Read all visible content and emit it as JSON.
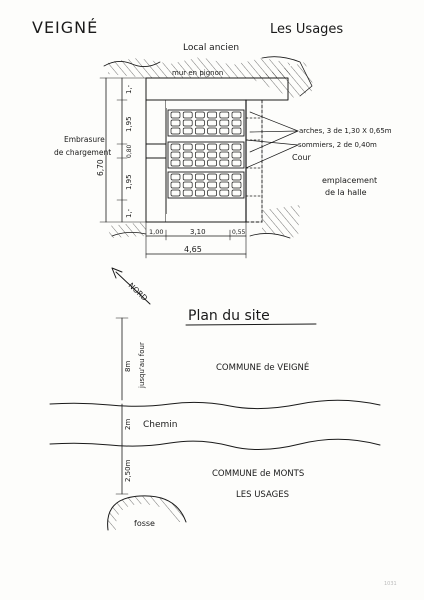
{
  "title_left": "VEIGNÉ",
  "title_right": "Les Usages",
  "label_local": "Local ancien",
  "label_mur": "mur en pignon",
  "label_embrasure_1": "Embrasure",
  "label_embrasure_2": "de chargement",
  "label_arches": "arches, 3 de 1,30 X 0,65m",
  "label_sommiers": "sommiers, 2 de 0,40m",
  "label_cour": "Cour",
  "label_emplacement_1": "emplacement",
  "label_emplacement_2": "de la halle",
  "dim_left_total": "6,70",
  "dim_left_1": "1,-",
  "dim_left_2": "1,95",
  "dim_left_3": "0,80",
  "dim_left_4": "1,95",
  "dim_left_5": "1,-",
  "dim_bottom_1": "1,00",
  "dim_bottom_2": "3,10",
  "dim_bottom_3": "0,55",
  "dim_bottom_total": "4,65",
  "north": "NORD",
  "plan_title": "Plan du site",
  "dist_four_1": "8m",
  "dist_four_2": "jusqu'au four",
  "commune_veigne": "COMMUNE de VEIGNÉ",
  "dist_chemin": "2m",
  "chemin": "Chemin",
  "dist_fosse": "2,50m",
  "commune_monts": "COMMUNE de MONTS",
  "les_usages": "LES USAGES",
  "fosse": "fosse",
  "page_number": "1031"
}
